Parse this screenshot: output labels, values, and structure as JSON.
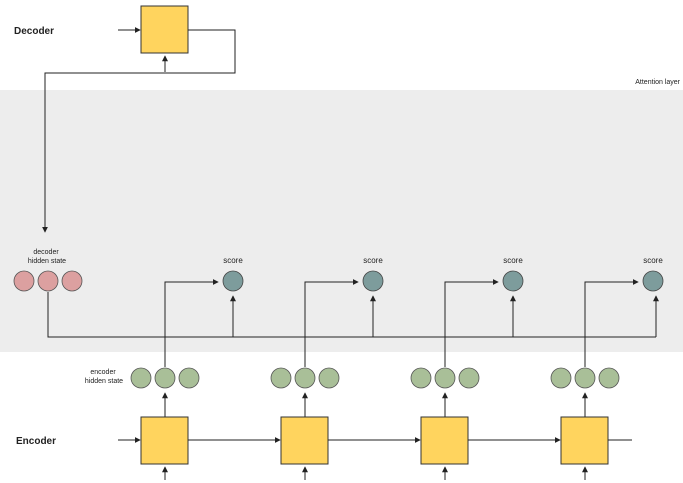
{
  "labels": {
    "decoder": "Decoder",
    "encoder": "Encoder",
    "attention_layer": "Attention layer",
    "decoder_hidden_state_line1": "decoder",
    "decoder_hidden_state_line2": "hidden state",
    "encoder_hidden_state_line1": "encoder",
    "encoder_hidden_state_line2": "hidden state",
    "score": "score"
  },
  "colors": {
    "attention_band": "#ededed",
    "box_fill": "#ffd45e",
    "box_stroke": "#333333",
    "decoder_state": "#dca0a0",
    "encoder_state": "#a9bf98",
    "score_circle": "#7d9c9c",
    "line": "#222222"
  },
  "encoder_steps": 4
}
